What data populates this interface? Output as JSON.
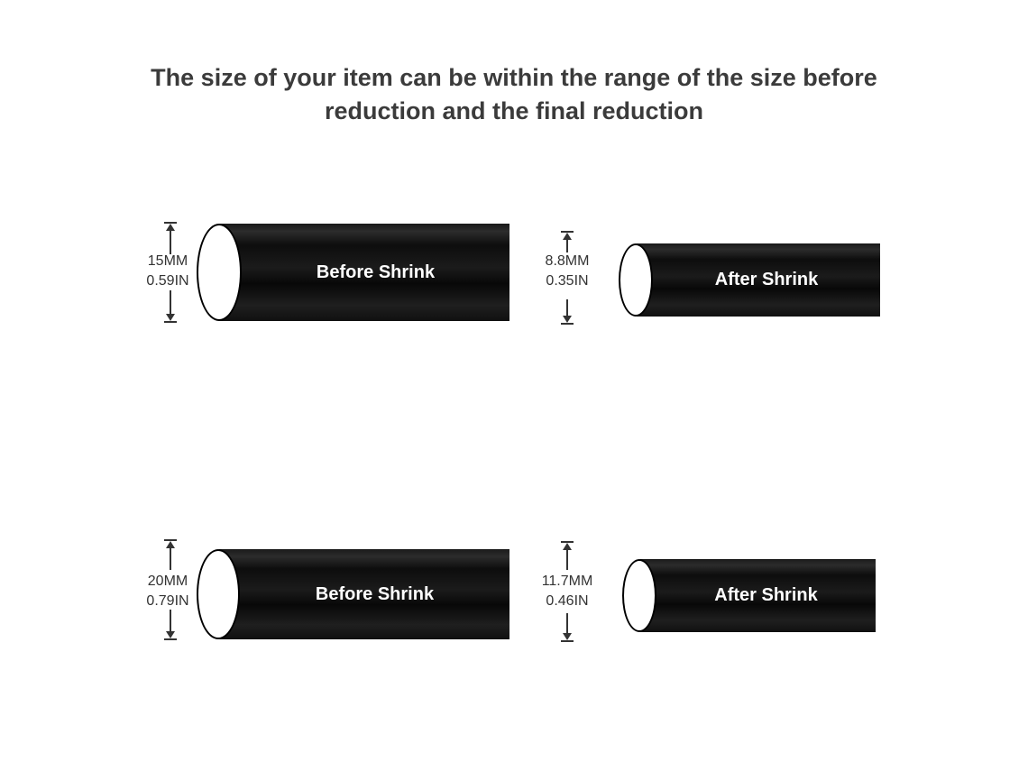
{
  "title": {
    "line1": "The size of your item can be within the range of the size before",
    "line2": "reduction and the final reduction"
  },
  "rows": [
    {
      "before": {
        "mm": "15MM",
        "inch": "0.59IN",
        "label": "Before Shrink"
      },
      "after": {
        "mm": "8.8MM",
        "inch": "0.35IN",
        "label": "After Shrink"
      }
    },
    {
      "before": {
        "mm": "20MM",
        "inch": "0.79IN",
        "label": "Before Shrink"
      },
      "after": {
        "mm": "11.7MM",
        "inch": "0.46IN",
        "label": "After Shrink"
      }
    }
  ],
  "colors": {
    "tube": "#111111",
    "cap": "#ffffff",
    "text": "#3b3b3b"
  }
}
